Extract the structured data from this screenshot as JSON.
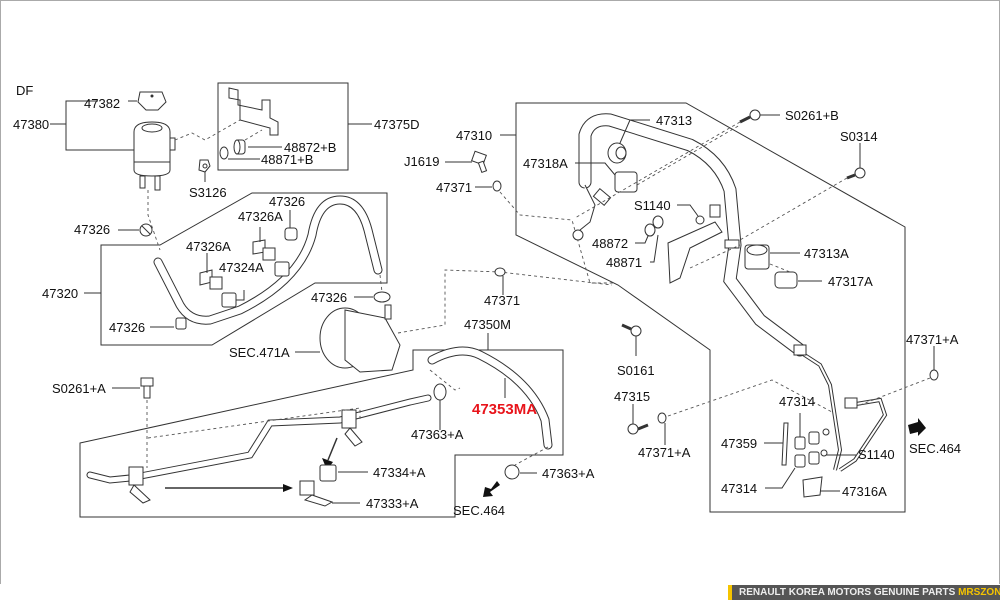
{
  "diagram": {
    "variant_label": "DF",
    "highlight_color": "#e8141b",
    "labels": {
      "l47382": "47382",
      "l47380": "47380",
      "l47375D": "47375D",
      "l48872B": "48872+B",
      "l48871B": "48871+B",
      "lS3126": "S3126",
      "l47326a": "47326",
      "l47326b": "47326",
      "l47326c": "47326",
      "l47326d": "47326",
      "l47326Aa": "47326A",
      "l47326Ab": "47326A",
      "l47324A": "47324A",
      "l47320": "47320",
      "lSEC471A": "SEC.471A",
      "l47350M": "47350M",
      "l47353MA": "47353MA",
      "lS0261A": "S0261+A",
      "l47363Aa": "47363+A",
      "l47363Ab": "47363+A",
      "l47334A": "47334+A",
      "l47333A": "47333+A",
      "lSEC464a": "SEC.464",
      "l47310": "47310",
      "lJ1619": "J1619",
      "l47371a": "47371",
      "l47371b": "47371",
      "l47313": "47313",
      "l47318A": "47318A",
      "lS1140a": "S1140",
      "l48872": "48872",
      "l48871": "48871",
      "lS0261B": "S0261+B",
      "lS0314": "S0314",
      "l47313A": "47313A",
      "l47317A": "47317A",
      "lS0161": "S0161",
      "l47315": "47315",
      "l47371Aa": "47371+A",
      "l47371Ab": "47371+A",
      "l47314a": "47314",
      "l47314b": "47314",
      "l47359": "47359",
      "lS1140b": "S1140",
      "l47316A": "47316A",
      "lSEC464b": "SEC.464"
    }
  },
  "footer": {
    "text": "RENAULT KOREA MOTORS GENUINE PARTS",
    "brand": "MRSZONE"
  }
}
